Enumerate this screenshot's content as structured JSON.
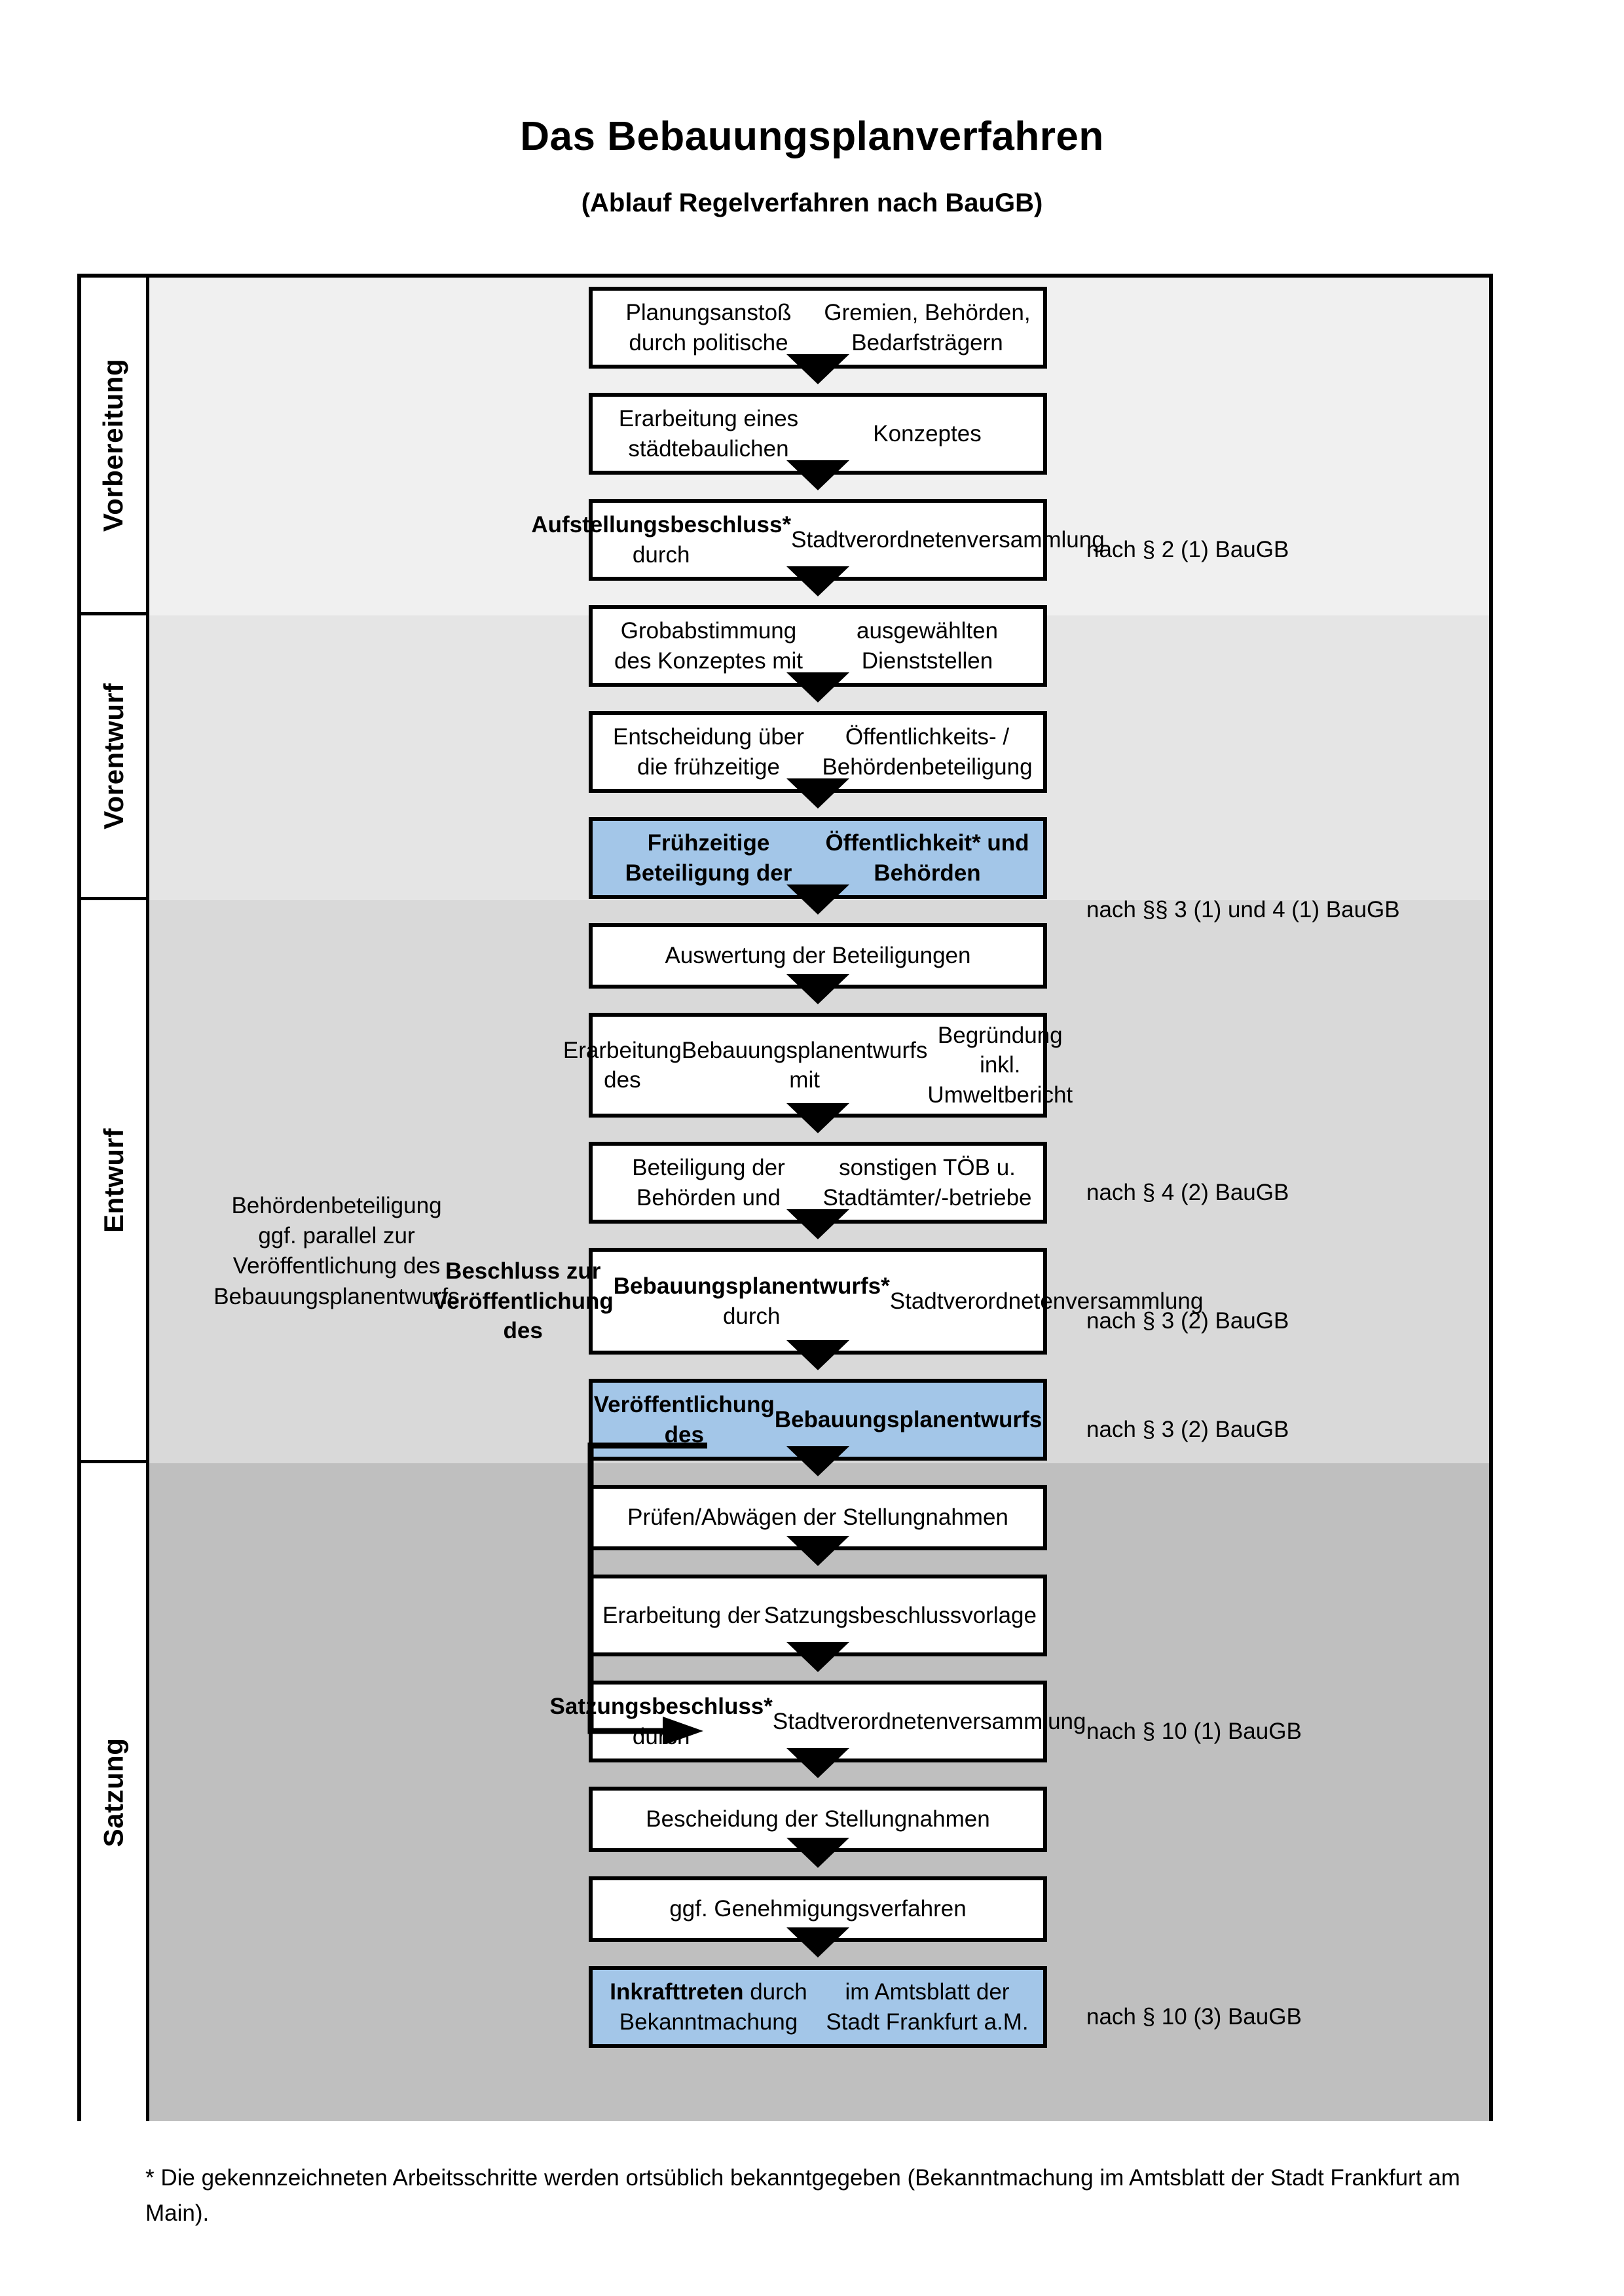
{
  "title": "Das Bebauungsplanverfahren",
  "subtitle": "(Ablauf Regelverfahren nach BauGB)",
  "colors": {
    "highlight_blue": "#a3c6e8",
    "band_vorbereitung": "#f0f0f0",
    "band_vorentwurf": "#e5e5e5",
    "band_entwurf": "#d9d9d9",
    "band_satzung": "#bfbfbf",
    "line_black": "#000000"
  },
  "phases": [
    {
      "label": "Vorbereitung",
      "band_color": "#f0f0f0"
    },
    {
      "label": "Vorentwurf",
      "band_color": "#e5e5e5"
    },
    {
      "label": "Entwurf",
      "band_color": "#d9d9d9"
    },
    {
      "label": "Satzung",
      "band_color": "#bfbfbf"
    }
  ],
  "steps": [
    {
      "id": "planungsanstoss",
      "phase": "Vorbereitung",
      "lines": [
        "Planungsanstoß durch politische",
        "Gremien, Behörden, Bedarfsträgern"
      ],
      "highlight": false,
      "bold_lead": ""
    },
    {
      "id": "staedtebau-konzept",
      "phase": "Vorbereitung",
      "lines": [
        "Erarbeitung eines städtebaulichen",
        "Konzeptes"
      ],
      "highlight": false,
      "bold_lead": ""
    },
    {
      "id": "aufstellungsbeschluss",
      "phase": "Vorbereitung",
      "lines": [
        "Aufstellungsbeschluss* durch",
        "Stadtverordnetenversammlung"
      ],
      "highlight": false,
      "bold_lead": "Aufstellungsbeschluss*"
    },
    {
      "id": "grobabstimmung",
      "phase": "Vorentwurf",
      "lines": [
        "Grobabstimmung des Konzeptes mit",
        "ausgewählten Dienststellen"
      ],
      "highlight": false,
      "bold_lead": ""
    },
    {
      "id": "entscheidung-fruehzeitig",
      "phase": "Vorentwurf",
      "lines": [
        "Entscheidung über die frühzeitige",
        "Öffentlichkeits- / Behördenbeteiligung"
      ],
      "highlight": false,
      "bold_lead": ""
    },
    {
      "id": "fruehzeitige-beteiligung",
      "phase": "Vorentwurf",
      "lines": [
        "Frühzeitige Beteiligung der",
        "Öffentlichkeit* und Behörden"
      ],
      "highlight": true,
      "bold_all": true
    },
    {
      "id": "auswertung",
      "phase": "Entwurf",
      "lines": [
        "Auswertung der Beteiligungen"
      ],
      "highlight": false,
      "bold_lead": ""
    },
    {
      "id": "erarbeitung-entwurf",
      "phase": "Entwurf",
      "lines": [
        "Erarbeitung des",
        "Bebauungsplanentwurfs mit",
        "Begründung inkl. Umweltbericht"
      ],
      "highlight": false,
      "bold_lead": ""
    },
    {
      "id": "beteiligung-behoerden",
      "phase": "Entwurf",
      "lines": [
        "Beteiligung der Behörden und",
        "sonstigen TÖB u. Stadtämter/-betriebe"
      ],
      "highlight": false,
      "bold_lead": ""
    },
    {
      "id": "beschluss-veroeffentlichung",
      "phase": "Entwurf",
      "lines": [
        "Beschluss zur Veröffentlichung des",
        "Bebauungsplanentwurfs* durch",
        "Stadtverordnetenversammlung"
      ],
      "highlight": false,
      "bold_lead": "Beschluss zur Veröffentlichung des Bebauungsplanentwurfs*"
    },
    {
      "id": "veroeffentlichung",
      "phase": "Entwurf",
      "lines": [
        "Veröffentlichung des",
        "Bebauungsplanentwurfs"
      ],
      "highlight": true,
      "bold_all": true
    },
    {
      "id": "pruefen-abwaegen",
      "phase": "Satzung",
      "lines": [
        "Prüfen/Abwägen der Stellungnahmen"
      ],
      "highlight": false,
      "bold_lead": ""
    },
    {
      "id": "satzungsvorlage",
      "phase": "Satzung",
      "lines": [
        "Erarbeitung der",
        "Satzungsbeschlussvorlage"
      ],
      "highlight": false,
      "bold_lead": ""
    },
    {
      "id": "satzungsbeschluss",
      "phase": "Satzung",
      "lines": [
        "Satzungsbeschluss* durch",
        "Stadtverordnetenversammlung"
      ],
      "highlight": false,
      "bold_lead": "Satzungsbeschluss*"
    },
    {
      "id": "bescheidung",
      "phase": "Satzung",
      "lines": [
        "Bescheidung der Stellungnahmen"
      ],
      "highlight": false,
      "bold_lead": ""
    },
    {
      "id": "genehmigungsverfahren",
      "phase": "Satzung",
      "lines": [
        "ggf. Genehmigungsverfahren"
      ],
      "highlight": false,
      "bold_lead": ""
    },
    {
      "id": "inkrafttreten",
      "phase": "Satzung",
      "lines": [
        "Inkrafttreten durch Bekanntmachung",
        "im Amtsblatt der Stadt Frankfurt a.M."
      ],
      "highlight": true,
      "bold_lead": "Inkrafttreten"
    }
  ],
  "legal_refs": [
    {
      "text": "nach § 2 (1) BauGB",
      "for_step": "aufstellungsbeschluss"
    },
    {
      "text": "nach §§ 3 (1) und 4 (1) BauGB",
      "for_step": "fruehzeitige-beteiligung"
    },
    {
      "text": "nach § 4 (2) BauGB",
      "for_step": "beteiligung-behoerden"
    },
    {
      "text": "nach § 3 (2) BauGB",
      "for_step": "beschluss-veroeffentlichung"
    },
    {
      "text": "nach § 3 (2) BauGB",
      "for_step": "veroeffentlichung"
    },
    {
      "text": "nach § 10 (1) BauGB",
      "for_step": "satzungsbeschluss"
    },
    {
      "text": "nach § 10 (3) BauGB",
      "for_step": "inkrafttreten"
    }
  ],
  "side_note": {
    "lines": [
      "Behördenbeteiligung",
      "ggf. parallel zur",
      "Veröffentlichung des",
      "Bebauungsplanentwurfs"
    ]
  },
  "footnote": "* Die gekennzeichneten Arbeitsschritte werden ortsüblich bekanntgegeben (Bekanntmachung im Amtsblatt  der Stadt Frankfurt am Main)."
}
